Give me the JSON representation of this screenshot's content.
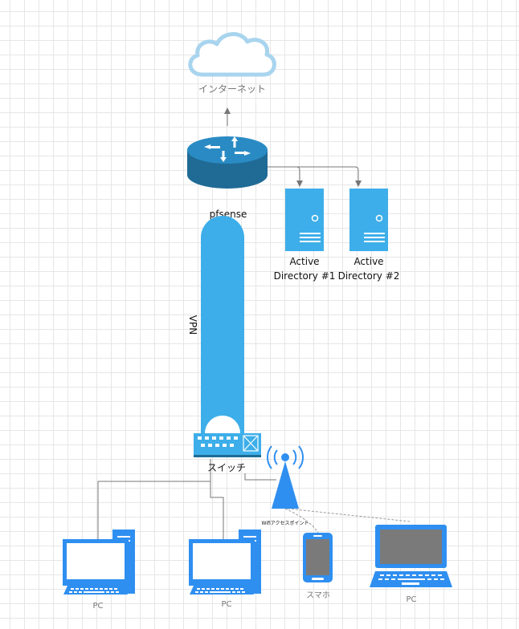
{
  "nodes": {
    "internet": {
      "label": "インターネット",
      "icon": "cloud-icon"
    },
    "router": {
      "label": "pfsense",
      "icon": "router-icon"
    },
    "ad1": {
      "label_line1": "Active",
      "label_line2": "Directory #1",
      "icon": "server-icon"
    },
    "ad2": {
      "label_line1": "Active",
      "label_line2": "Directory #2",
      "icon": "server-icon"
    },
    "vpn": {
      "label": "VPN",
      "icon": "vpn-tunnel-icon"
    },
    "switch": {
      "label": "スイッチ",
      "icon": "switch-icon"
    },
    "wifi_ap": {
      "label": "Wifiアクセスポイント",
      "icon": "wifi-access-point-icon"
    },
    "pc1": {
      "label": "PC",
      "icon": "desktop-computer-icon"
    },
    "pc2": {
      "label": "PC",
      "icon": "desktop-computer-icon"
    },
    "smartphone": {
      "label": "スマホ",
      "icon": "smartphone-icon"
    },
    "laptop": {
      "label": "PC",
      "icon": "laptop-icon"
    }
  },
  "colors": {
    "device_blue": "#3daee9",
    "icon_blue": "#2f8ff0",
    "line_gray": "#777777",
    "dashed_gray": "#999999"
  }
}
